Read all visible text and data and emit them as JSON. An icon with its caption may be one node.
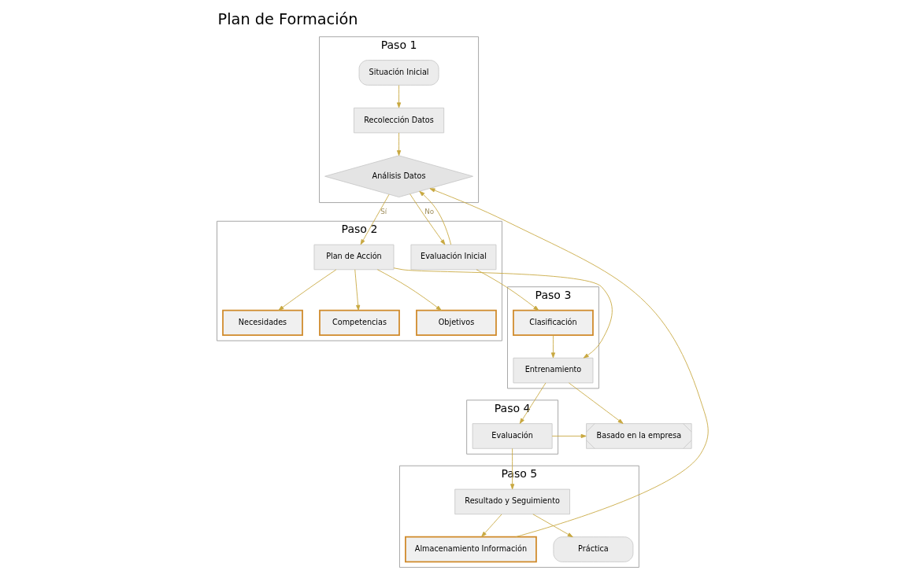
{
  "diagram": {
    "title": "Plan de Formación",
    "nodes": [
      {
        "text": [
          "Paso 1"
        ]
      },
      {
        "text": [
          "Paso 2"
        ]
      },
      {
        "text": [
          "Paso 3"
        ]
      },
      {
        "text": [
          "Paso 4"
        ]
      },
      {
        "text": [
          "Paso 5"
        ]
      },
      {
        "text": [
          "Situación Inicial"
        ],
        "in": 0
      },
      {
        "text": [
          "Recolección Datos"
        ],
        "in": 0
      },
      {
        "text": [
          "Análisis Datos"
        ],
        "in": 0
      },
      {
        "text": [
          "Plan de Acción"
        ],
        "in": 1
      },
      {
        "text": [
          "Necesidades"
        ],
        "in": 1
      },
      {
        "text": [
          "Competencias"
        ],
        "in": 1
      },
      {
        "text": [
          "Objetivos"
        ],
        "in": 1
      },
      {
        "text": [
          "Evaluación Inicial"
        ],
        "in": 1
      },
      {
        "text": [
          "Entrenamiento"
        ],
        "in": 2
      },
      {
        "text": [
          "Clasificación"
        ],
        "in": 2
      },
      {
        "text": [
          "Basado en la empresa"
        ]
      },
      {
        "text": [
          "Evaluación"
        ],
        "in": 3
      },
      {
        "text": [
          "Resultado y Seguimiento"
        ],
        "in": 4
      },
      {
        "text": [
          "Almacenamiento Información"
        ],
        "in": 4
      },
      {
        "text": [
          "Práctica"
        ],
        "in": 4
      }
    ],
    "edges": [
      {
        "from": 5,
        "to": 6,
        "arrow": "to"
      },
      {
        "from": 6,
        "to": 7,
        "arrow": "to"
      },
      {
        "from": 7,
        "to": 8,
        "arrow": "to",
        "label": "Sí"
      },
      {
        "from": 7,
        "to": 12,
        "arrow": "to",
        "label": "No"
      },
      {
        "from": 8,
        "to": 9,
        "arrow": "to"
      },
      {
        "from": 8,
        "to": 10,
        "arrow": "to"
      },
      {
        "from": 8,
        "to": 11,
        "arrow": "to"
      },
      {
        "from": 8,
        "to": 13,
        "arrow": "to"
      },
      {
        "from": 12,
        "to": 14,
        "arrow": "to"
      },
      {
        "from": 14,
        "to": 13,
        "arrow": "to"
      },
      {
        "from": 13,
        "to": 16,
        "arrow": "to"
      },
      {
        "from": 13,
        "to": 15,
        "arrow": "to"
      },
      {
        "from": 16,
        "to": 15,
        "arrow": "to"
      },
      {
        "from": 16,
        "to": 17,
        "arrow": "to"
      },
      {
        "from": 17,
        "to": 18,
        "arrow": "to"
      },
      {
        "from": 17,
        "to": 19,
        "arrow": "to"
      },
      {
        "from": 12,
        "to": 7,
        "arrow": "to"
      },
      {
        "from": 18,
        "to": 7,
        "arrow": "to"
      }
    ]
  }
}
